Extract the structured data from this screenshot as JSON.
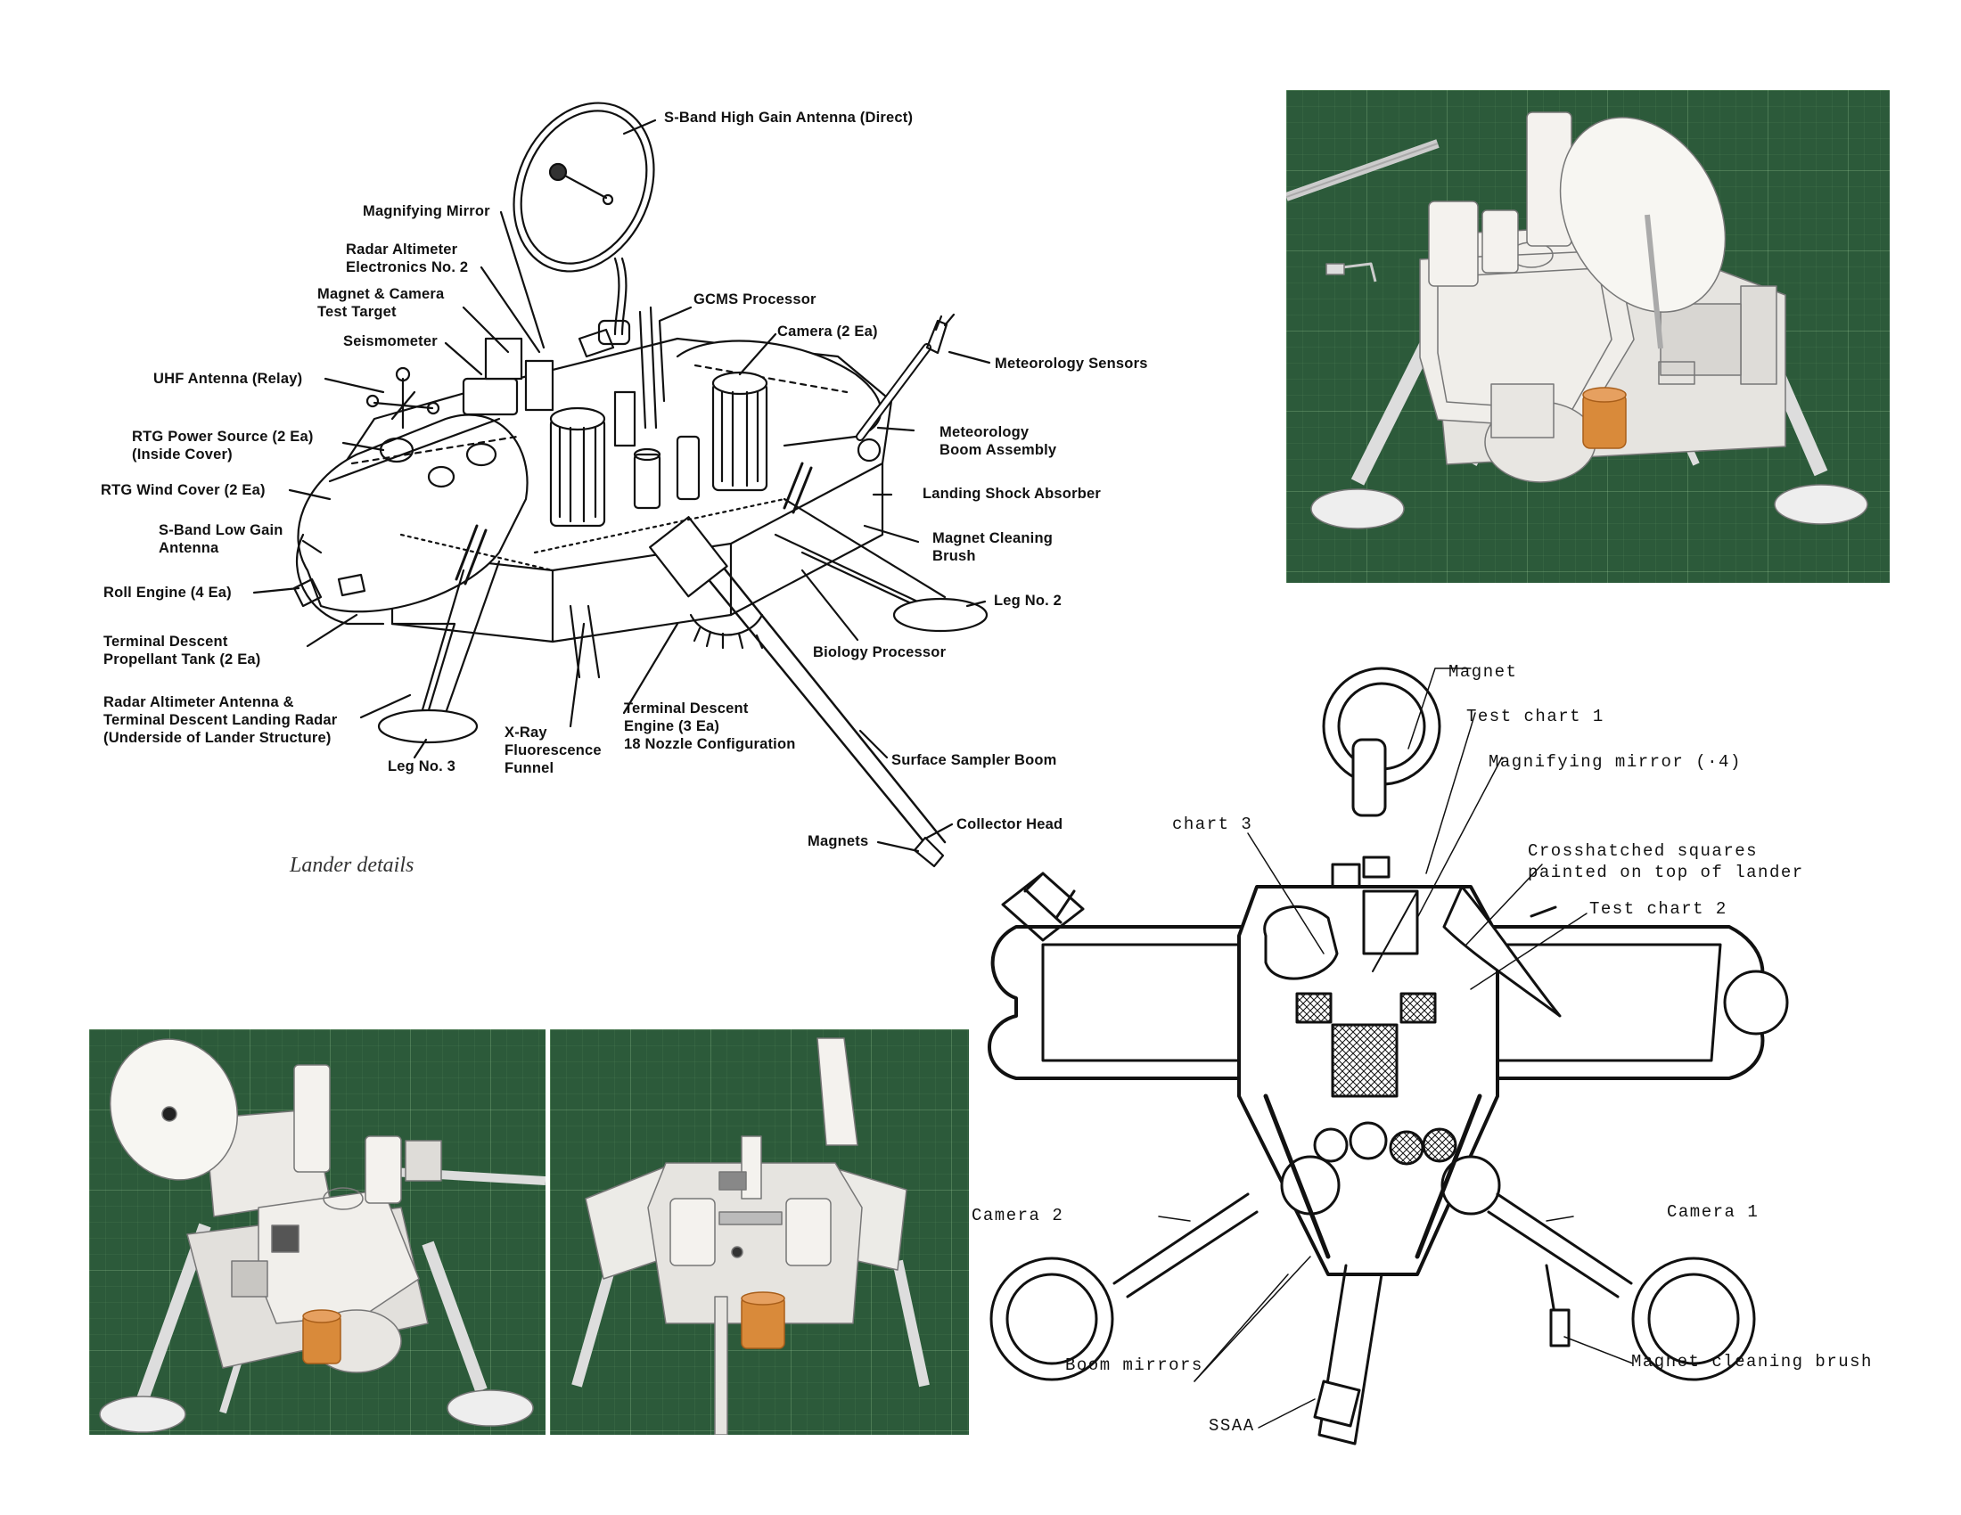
{
  "lander_details": {
    "caption": "Lander details",
    "labels": {
      "s_band_high_gain": "S-Band High Gain Antenna (Direct)",
      "magnifying_mirror": "Magnifying Mirror",
      "radar_altimeter_electronics": "Radar Altimeter\nElectronics No. 2",
      "magnet_camera_target": "Magnet & Camera\nTest Target",
      "gcms_processor": "GCMS Processor",
      "camera": "Camera (2 Ea)",
      "seismometer": "Seismometer",
      "meteorology_sensors": "Meteorology Sensors",
      "uhf_antenna": "UHF Antenna (Relay)",
      "rtg_power_source": "RTG Power Source (2 Ea)\n(Inside Cover)",
      "meteorology_boom": "Meteorology\nBoom Assembly",
      "rtg_wind_cover": "RTG Wind Cover (2 Ea)",
      "landing_shock_absorber": "Landing Shock Absorber",
      "s_band_low_gain": "S-Band Low Gain\nAntenna",
      "magnet_cleaning_brush": "Magnet Cleaning\nBrush",
      "roll_engine": "Roll Engine (4 Ea)",
      "leg_no_2": "Leg No. 2",
      "terminal_descent_tank": "Terminal Descent\nPropellant Tank (2 Ea)",
      "biology_processor": "Biology Processor",
      "radar_altimeter_antenna": "Radar Altimeter Antenna &\nTerminal Descent Landing Radar\n(Underside of Lander Structure)",
      "terminal_descent_engine": "Terminal Descent\nEngine (3 Ea)\n18 Nozzle Configuration",
      "xray_funnel": "X-Ray\nFluorescence\nFunnel",
      "leg_no_3": "Leg No. 3",
      "surface_sampler_boom": "Surface Sampler Boom",
      "collector_head": "Collector Head",
      "magnets": "Magnets"
    }
  },
  "top_view": {
    "labels": {
      "magnet": "Magnet",
      "test_chart_1": "Test chart 1",
      "magnifying_mirror": "Magnifying mirror (·4)",
      "chart_3": "chart 3",
      "crosshatched": "Crosshatched squares\npainted on top of lander",
      "test_chart_2": "Test chart 2",
      "camera_2": "Camera 2",
      "camera_1": "Camera 1",
      "boom_mirrors": "Boom mirrors",
      "magnet_cleaning_brush": "Magnet cleaning brush",
      "ssaa": "SSAA"
    }
  },
  "colors": {
    "mat_green": "#2c5a3a",
    "model_white": "#eceae6",
    "orange_part": "#d98a3a"
  }
}
